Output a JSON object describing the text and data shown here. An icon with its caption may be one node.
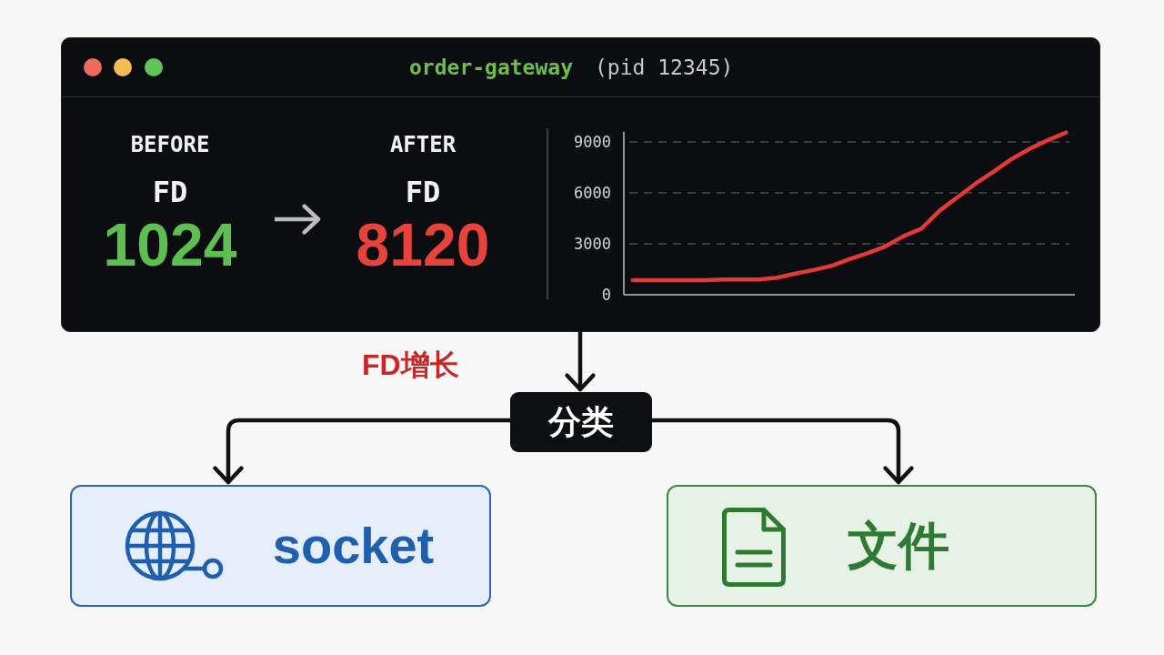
{
  "diagram": {
    "nodes": [
      {
        "text": [
          "order-gateway",
          "(pid 12345)"
        ]
      },
      {
        "text": [
          "BEFORE",
          "FD",
          "1024"
        ],
        "in": 0
      },
      {
        "text": [
          "AFTER",
          "FD",
          "8120"
        ],
        "in": 0
      },
      {
        "text": [
          "分类"
        ]
      },
      {
        "text": [
          "socket"
        ]
      },
      {
        "text": [
          "文件"
        ]
      }
    ],
    "edges": [
      {
        "from": 1,
        "to": 2,
        "arrow": "to",
        "color": "#bdbdbd"
      },
      {
        "from": 0,
        "to": 3,
        "arrow": "to",
        "label": "FD增长"
      },
      {
        "from": 3,
        "to": 4,
        "arrow": "to"
      },
      {
        "from": 3,
        "to": 5,
        "arrow": "to"
      }
    ],
    "chart_data": {
      "type": "line",
      "categories": [
        null,
        null,
        null,
        null,
        null,
        null,
        null,
        null,
        null,
        null,
        null,
        null,
        null,
        null,
        null,
        null,
        null,
        null,
        null,
        null,
        null,
        null,
        null,
        null,
        null
      ],
      "ylim": [
        0,
        9600
      ],
      "yticks": [
        0,
        3000,
        6000,
        9000
      ],
      "grid": true,
      "series": [
        {
          "color": "#e53935",
          "values": [
            850,
            850,
            850,
            850,
            850,
            900,
            900,
            900,
            1000,
            1250,
            1450,
            1700,
            2100,
            2450,
            2850,
            3450,
            3900,
            4950,
            5750,
            6550,
            7250,
            8000,
            8600,
            9100,
            9550
          ]
        }
      ]
    }
  }
}
